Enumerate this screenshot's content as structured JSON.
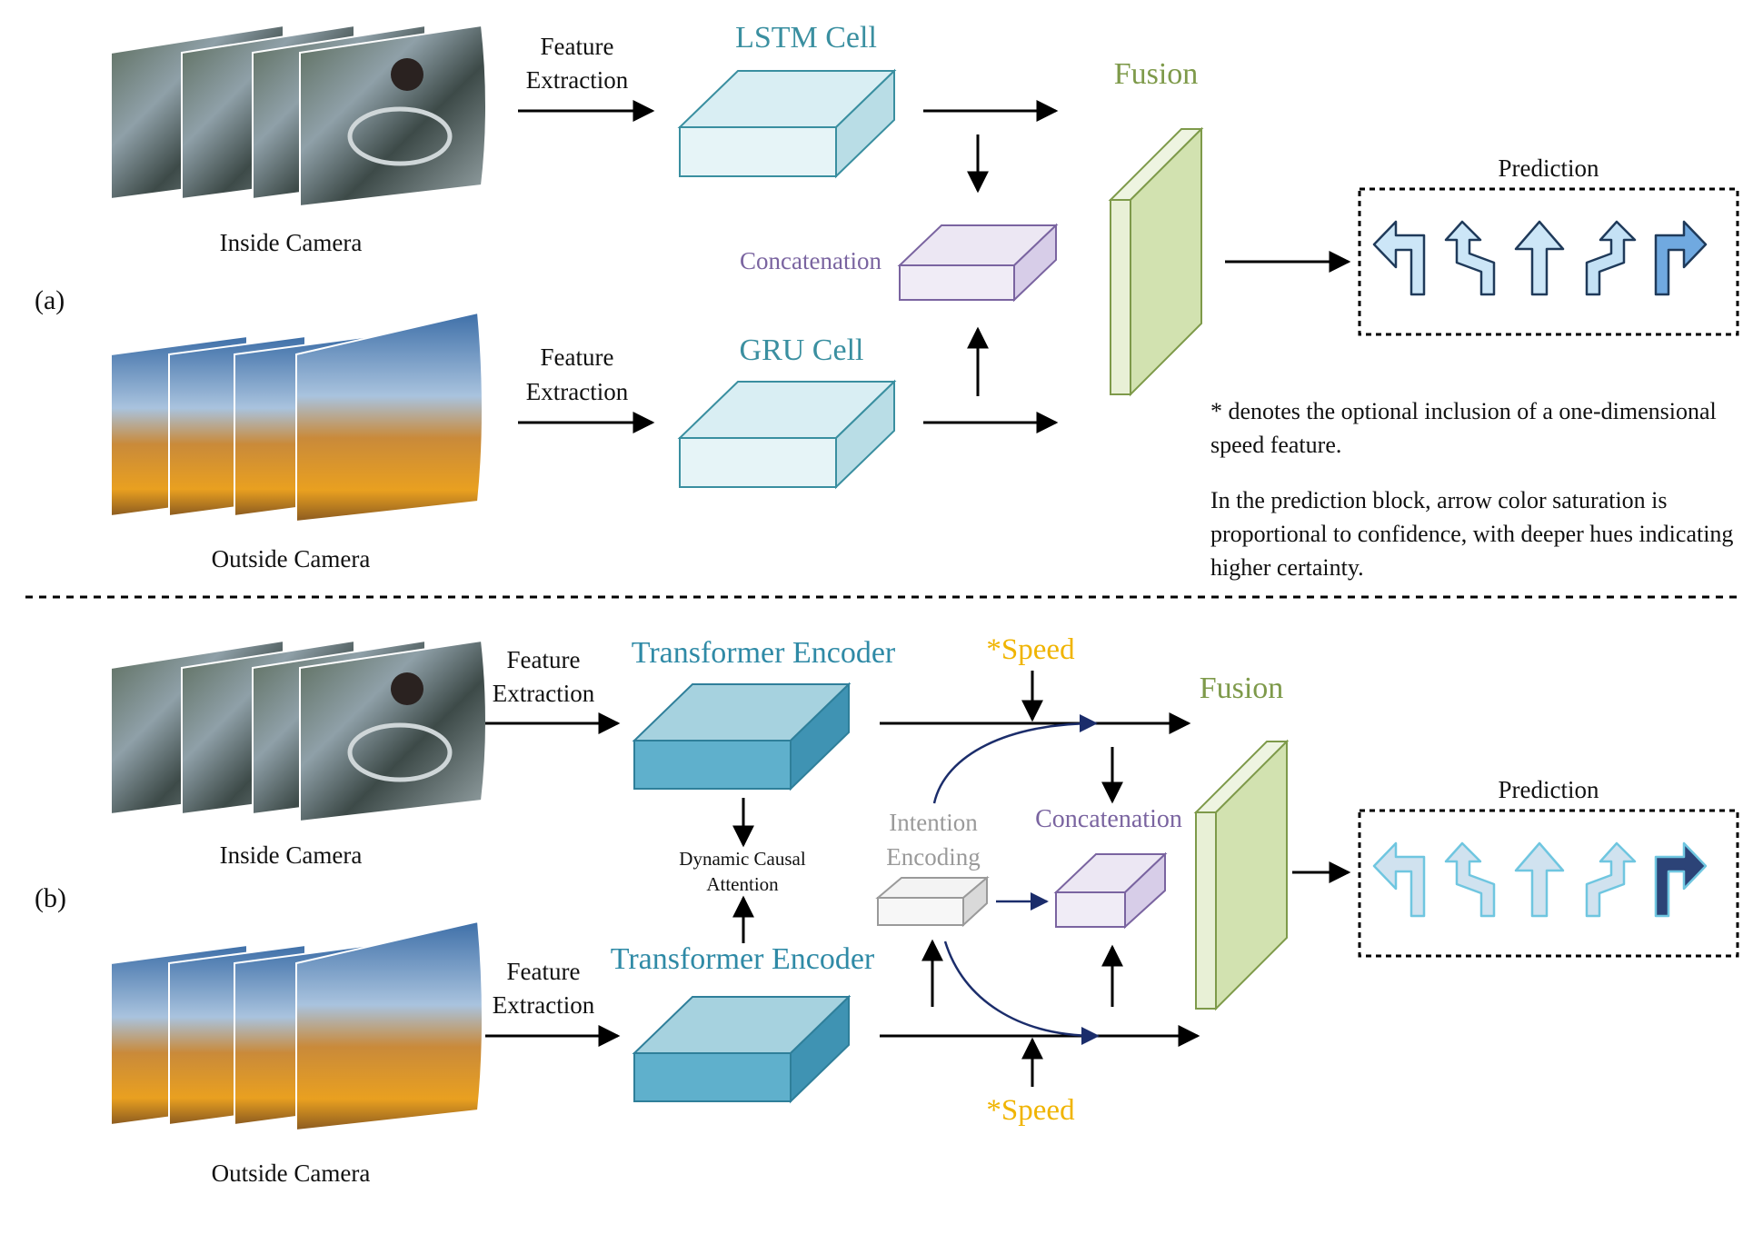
{
  "colors": {
    "lstm_gru": "#3a8fa0",
    "transformer": "#2f8aa6",
    "fusion": "#7e9a4a",
    "concat": "#7a64a0",
    "speed": "#f0b400",
    "intention": "#9a9a9a",
    "arrow": "#000000",
    "curve": "#1b2d6b"
  },
  "panel_a": {
    "tag": "(a)",
    "inside_camera": "Inside Camera",
    "outside_camera": "Outside Camera",
    "feature_extraction_top": [
      "Feature",
      "Extraction"
    ],
    "feature_extraction_bottom": [
      "Feature",
      "Extraction"
    ],
    "lstm": "LSTM Cell",
    "gru": "GRU Cell",
    "concatenation": "Concatenation",
    "fusion": "Fusion",
    "prediction": "Prediction",
    "note_speed": "* denotes the optional inclusion of a one-dimensional speed feature.",
    "note_prediction": "In the prediction block, arrow color saturation is proportional to confidence, with deeper hues indicating higher certainty."
  },
  "panel_b": {
    "tag": "(b)",
    "inside_camera": "Inside Camera",
    "outside_camera": "Outside Camera",
    "feature_extraction_top": [
      "Feature",
      "Extraction"
    ],
    "feature_extraction_bottom": [
      "Feature",
      "Extraction"
    ],
    "transformer_top": "Transformer Encoder",
    "transformer_bottom": "Transformer Encoder",
    "dynamic_attention": [
      "Dynamic Causal",
      "Attention"
    ],
    "speed_top": "*Speed",
    "speed_bottom": "*Speed",
    "intention": [
      "Intention",
      "Encoding"
    ],
    "concatenation": "Concatenation",
    "fusion": "Fusion",
    "prediction": "Prediction"
  },
  "prediction_a": {
    "arrows": [
      "left-turn",
      "left-lane-change",
      "straight",
      "right-lane-change",
      "right-turn"
    ],
    "confidence": [
      0.15,
      0.15,
      0.15,
      0.2,
      0.75
    ]
  },
  "prediction_b": {
    "arrows": [
      "left-turn",
      "left-lane-change",
      "straight",
      "right-lane-change",
      "right-turn"
    ],
    "confidence": [
      0.1,
      0.1,
      0.1,
      0.1,
      0.95
    ]
  }
}
